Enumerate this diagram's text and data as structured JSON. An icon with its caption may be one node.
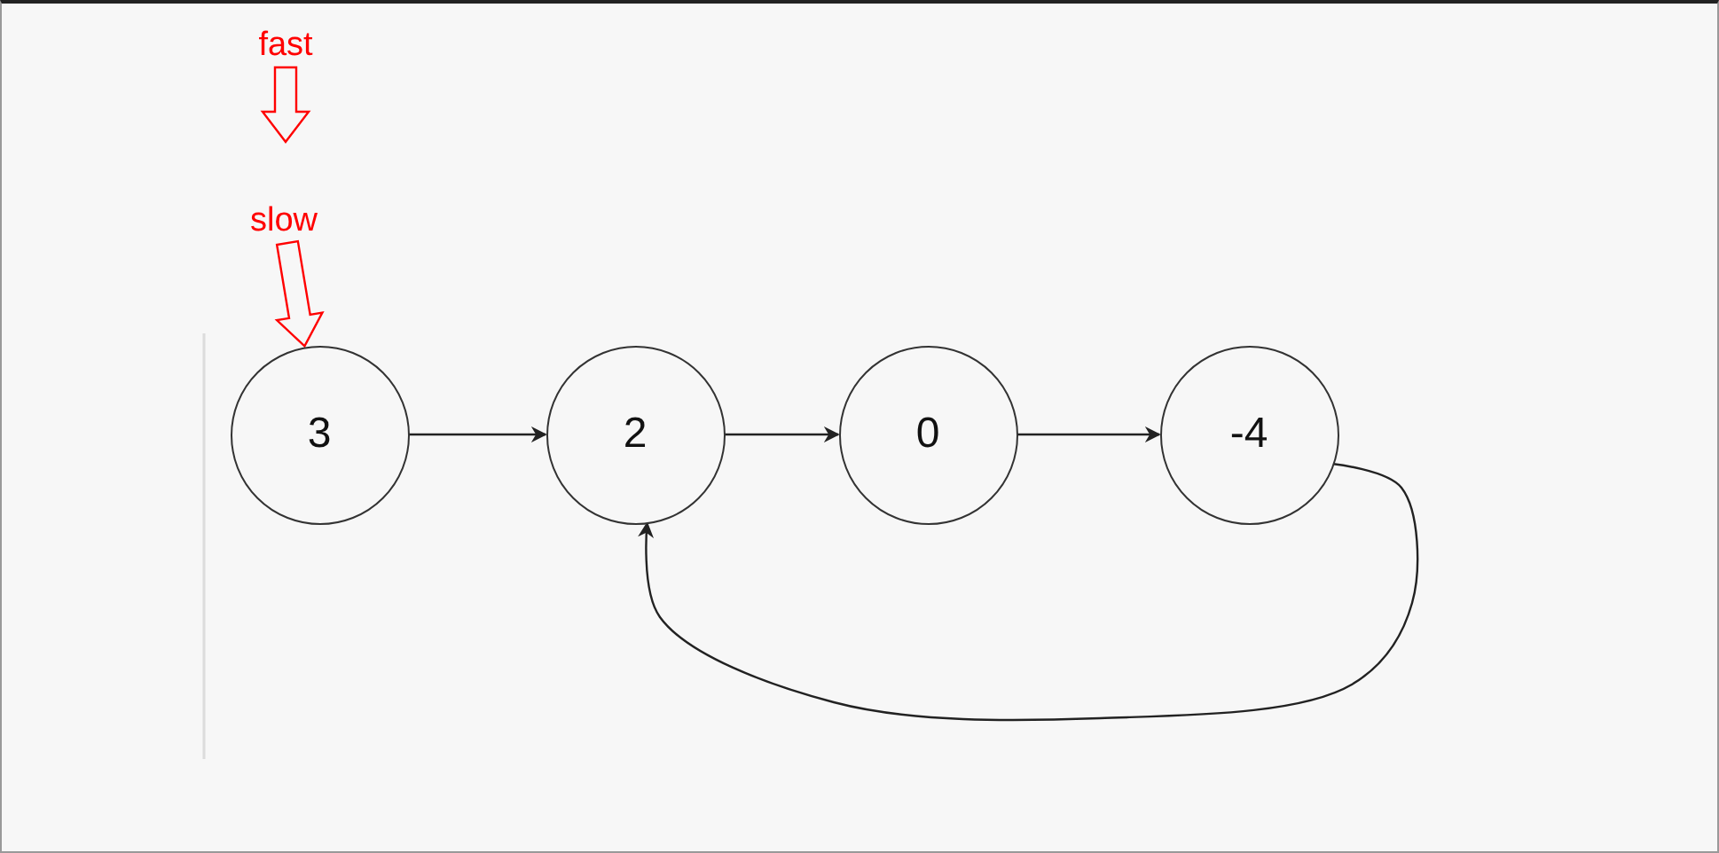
{
  "diagram": {
    "nodes": [
      {
        "text": [
          "fast"
        ]
      },
      {
        "text": [
          "slow"
        ]
      },
      {
        "text": [
          "3"
        ]
      },
      {
        "text": [
          "2"
        ]
      },
      {
        "text": [
          "0"
        ]
      },
      {
        "text": [
          "-4"
        ]
      }
    ],
    "edges": [
      {
        "from": 0,
        "to": null,
        "arrow": "to",
        "style": "thick",
        "color": "#ff0000"
      },
      {
        "from": 1,
        "to": 2,
        "arrow": "to",
        "style": "thick",
        "color": "#ff0000"
      },
      {
        "from": 2,
        "to": 3,
        "arrow": "to"
      },
      {
        "from": 3,
        "to": 4,
        "arrow": "to"
      },
      {
        "from": 4,
        "to": 5,
        "arrow": "to"
      },
      {
        "from": 5,
        "to": 3,
        "arrow": "to"
      }
    ]
  }
}
